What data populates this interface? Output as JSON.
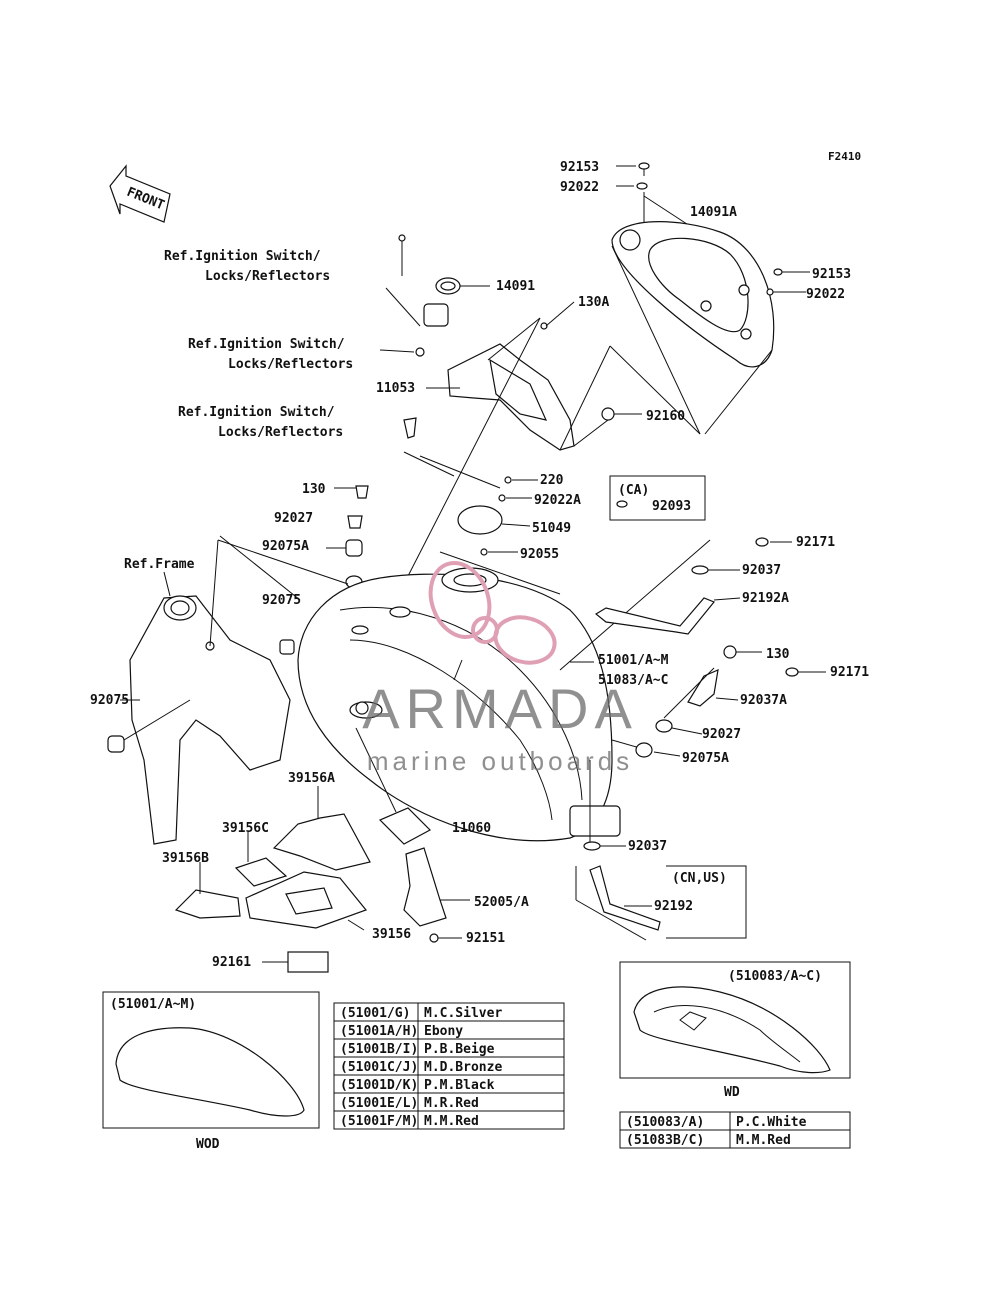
{
  "diagram_code": "F2410",
  "front_label": "FRONT",
  "watermark": {
    "brand": "ARMADA",
    "tagline": "marine outboards",
    "logo_color": "#e0a0b4"
  },
  "labels": {
    "p92153_top": "92153",
    "p92022_top": "92022",
    "p14091A": "14091A",
    "p92153_right": "92153",
    "p92022_right": "92022",
    "ref1_line1": "Ref.Ignition Switch/",
    "ref1_line2": "Locks/Reflectors",
    "p14091": "14091",
    "p130A": "130A",
    "ref2_line1": "Ref.Ignition Switch/",
    "ref2_line2": "Locks/Reflectors",
    "p11053": "11053",
    "ref3_line1": "Ref.Ignition Switch/",
    "ref3_line2": "Locks/Reflectors",
    "p92160": "92160",
    "p220": "220",
    "p92022A": "92022A",
    "p130_left": "130",
    "ca": "(CA)",
    "p92093": "92093",
    "p92027_left": "92027",
    "p51049": "51049",
    "p92075A_left": "92075A",
    "p92055": "92055",
    "p92171_top": "92171",
    "ref_frame": "Ref.Frame",
    "p92037_top": "92037",
    "p92075_mid": "92075",
    "p92192A": "92192A",
    "p51001": "51001/A~M",
    "p51083": "51083/A~C",
    "p130_right": "130",
    "p92171_right": "92171",
    "p92075_left": "92075",
    "p92037A": "92037A",
    "p92027_right": "92027",
    "p92075A_right": "92075A",
    "p39156A": "39156A",
    "p39156C": "39156C",
    "p11060": "11060",
    "p92037_bottom": "92037",
    "p39156B": "39156B",
    "cnus": "(CN,US)",
    "p92192": "92192",
    "p52005": "52005/A",
    "p39156": "39156",
    "p92151": "92151",
    "p92161": "92161"
  },
  "inset_left": {
    "title": "(51001/A~M)",
    "caption": "WOD"
  },
  "inset_right": {
    "title": "(510083/A~C)",
    "caption": "WD"
  },
  "color_table_left": [
    {
      "code": "(51001/G)",
      "color": "M.C.Silver"
    },
    {
      "code": "(51001A/H)",
      "color": "Ebony"
    },
    {
      "code": "(51001B/I)",
      "color": "P.B.Beige"
    },
    {
      "code": "(51001C/J)",
      "color": "M.D.Bronze"
    },
    {
      "code": "(51001D/K)",
      "color": "P.M.Black"
    },
    {
      "code": "(51001E/L)",
      "color": "M.R.Red"
    },
    {
      "code": "(51001F/M)",
      "color": "M.M.Red"
    }
  ],
  "color_table_right": [
    {
      "code": "(510083/A)",
      "color": "P.C.White"
    },
    {
      "code": "(51083B/C)",
      "color": "M.M.Red"
    }
  ]
}
